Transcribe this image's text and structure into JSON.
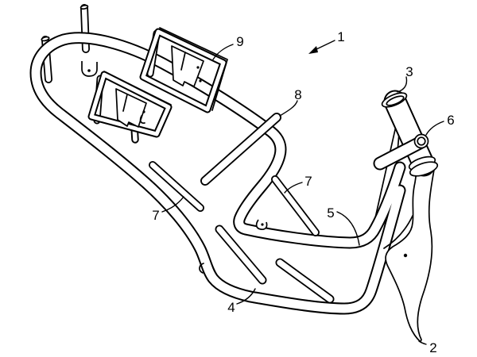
{
  "figure": {
    "kind": "patent-style line drawing",
    "subject": "tubular scooter frame, perspective view",
    "background_color": "#ffffff",
    "line_color": "#000000",
    "reference_labels": [
      {
        "text": "1",
        "leader": "arrow"
      },
      {
        "text": "2",
        "leader": "line"
      },
      {
        "text": "3",
        "leader": "curve"
      },
      {
        "text": "4",
        "leader": "curve"
      },
      {
        "text": "5",
        "leader": "curve"
      },
      {
        "text": "6",
        "leader": "curve"
      },
      {
        "text": "7",
        "leader": "curve"
      },
      {
        "text": "7",
        "leader": "curve"
      },
      {
        "text": "8",
        "leader": "curve"
      },
      {
        "text": "9",
        "leader": "curve"
      }
    ]
  }
}
